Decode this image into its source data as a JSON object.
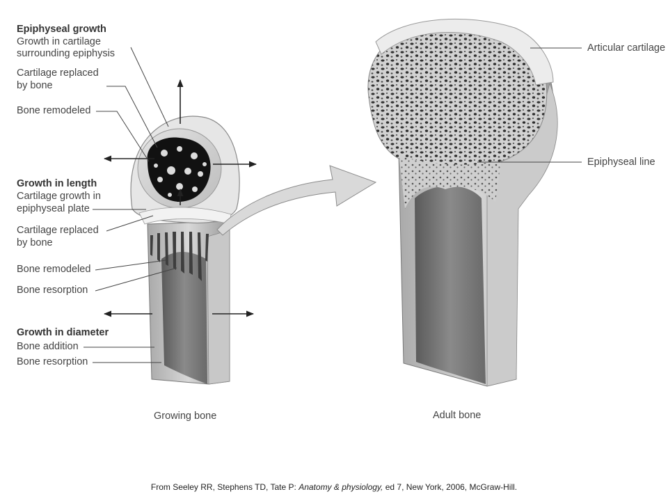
{
  "labels": {
    "epiphyseal_growth": {
      "heading": "Epiphyseal growth",
      "item1_line1": "Growth in cartilage",
      "item1_line2": "surrounding epiphysis",
      "item2_line1": "Cartilage replaced",
      "item2_line2": "by bone",
      "item3": "Bone remodeled"
    },
    "growth_in_length": {
      "heading": "Growth in length",
      "item1_line1": "Cartilage growth in",
      "item1_line2": "epiphyseal plate",
      "item2_line1": "Cartilage replaced",
      "item2_line2": "by bone",
      "item3": "Bone remodeled",
      "item4": "Bone resorption"
    },
    "growth_in_diameter": {
      "heading": "Growth in diameter",
      "item1": "Bone addition",
      "item2": "Bone resorption"
    },
    "adult": {
      "articular_cartilage": "Articular cartilage",
      "epiphyseal_line": "Epiphyseal line"
    }
  },
  "captions": {
    "growing": "Growing bone",
    "adult": "Adult bone"
  },
  "credit": {
    "before": "From Seeley RR, Stephens TD, Tate P: ",
    "title": "Anatomy & physiology,",
    "after": " ed 7, New York, 2006, McGraw-Hill."
  }
}
